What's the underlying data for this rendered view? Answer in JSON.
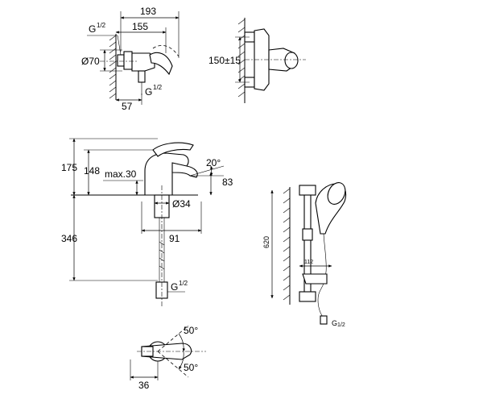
{
  "top_left_view": {
    "dim_193": "193",
    "dim_155": "155",
    "thread_label": "G",
    "thread_frac": "1/2",
    "dim_diam70": "Ø70",
    "dim_57": "57",
    "thread_label_bottom": "G",
    "thread_frac_bottom": "1/2"
  },
  "top_right_view": {
    "dim_150": "150±15"
  },
  "basin_mixer": {
    "dim_175": "175",
    "dim_148": "148",
    "dim_max30": "max.30",
    "dim_20deg": "20°",
    "dim_83": "83",
    "dim_diam34": "Ø34",
    "dim_346": "346",
    "dim_91": "91",
    "thread_label": "G",
    "thread_frac": "1/2"
  },
  "shower_set": {
    "dim_620": "620",
    "dim_112": "112",
    "thread_label": "G",
    "thread_frac": "1/2"
  },
  "top_view": {
    "angle_top": "50°",
    "angle_bottom": "50°",
    "dim_36": "36"
  }
}
